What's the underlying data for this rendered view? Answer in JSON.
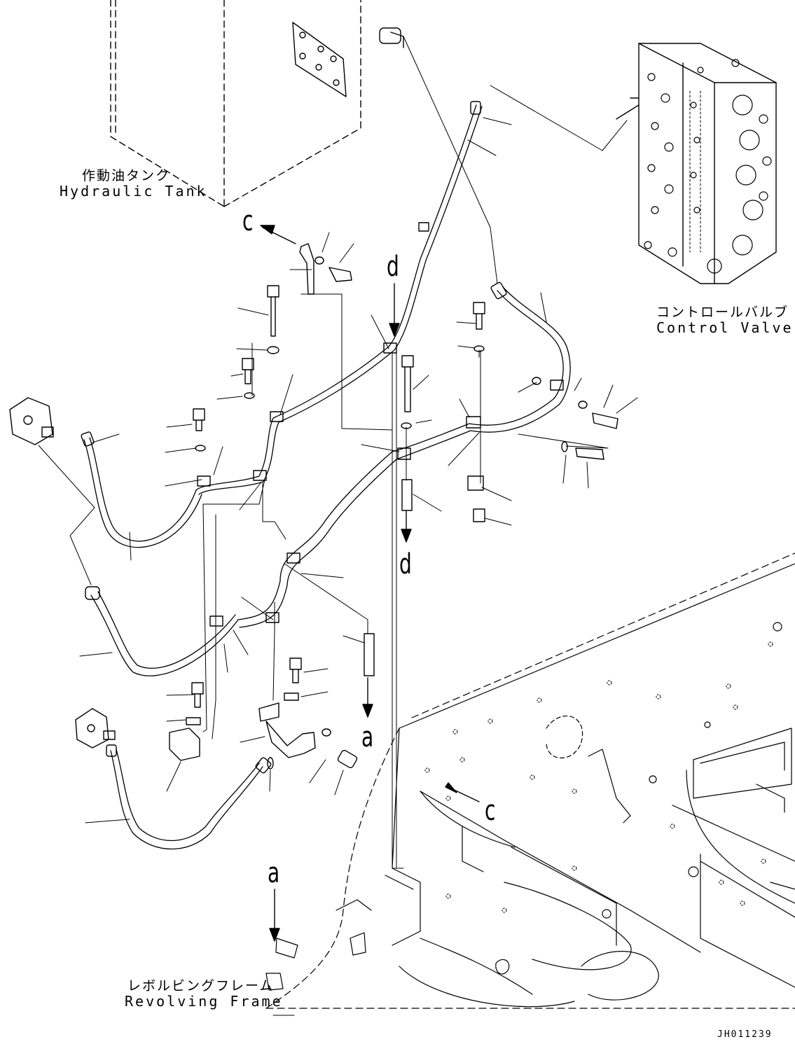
{
  "labels": {
    "hydraulic_tank_jp": "作動油タンク",
    "hydraulic_tank_en": "Hydraulic Tank",
    "control_valve_jp": "コントロールバルブ",
    "control_valve_en": "Control Valve",
    "revolving_frame_jp": "レボルビングフレーム",
    "revolving_frame_en": "Revolving Frame",
    "drawing_code": "JH011239"
  },
  "view_markers": {
    "c_top": "c",
    "c_bottom": "c",
    "d_top": "d",
    "d_bottom": "d",
    "a_top": "a",
    "a_bottom": "a"
  }
}
